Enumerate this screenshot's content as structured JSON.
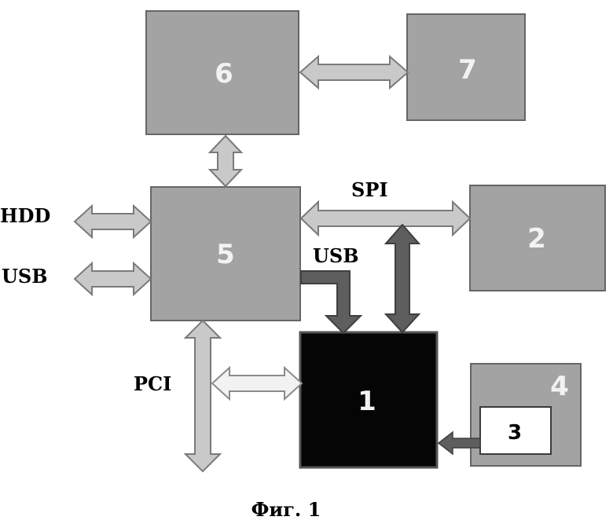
{
  "blocks": {
    "b1": {
      "label": "1"
    },
    "b2": {
      "label": "2"
    },
    "b3": {
      "label": "3"
    },
    "b4": {
      "label": "4"
    },
    "b5": {
      "label": "5"
    },
    "b6": {
      "label": "6"
    },
    "b7": {
      "label": "7"
    }
  },
  "connections": {
    "hdd": "HDD",
    "usb_left": "USB",
    "spi": "SPI",
    "usb_internal": "USB",
    "pci": "PCI"
  },
  "caption": "Фиг. 1",
  "colors": {
    "block_fill": "#a3a3a3",
    "block_stroke": "#666666",
    "block1_fill": "#050505",
    "block3_fill": "#ffffff",
    "label_light": "#f2f2f2",
    "arrow_light": "#c9c9c9",
    "arrow_dark": "#5e5e5e",
    "arrow_pale": "#f2f2f2",
    "arrow_stroke": "#7a7a7a"
  }
}
